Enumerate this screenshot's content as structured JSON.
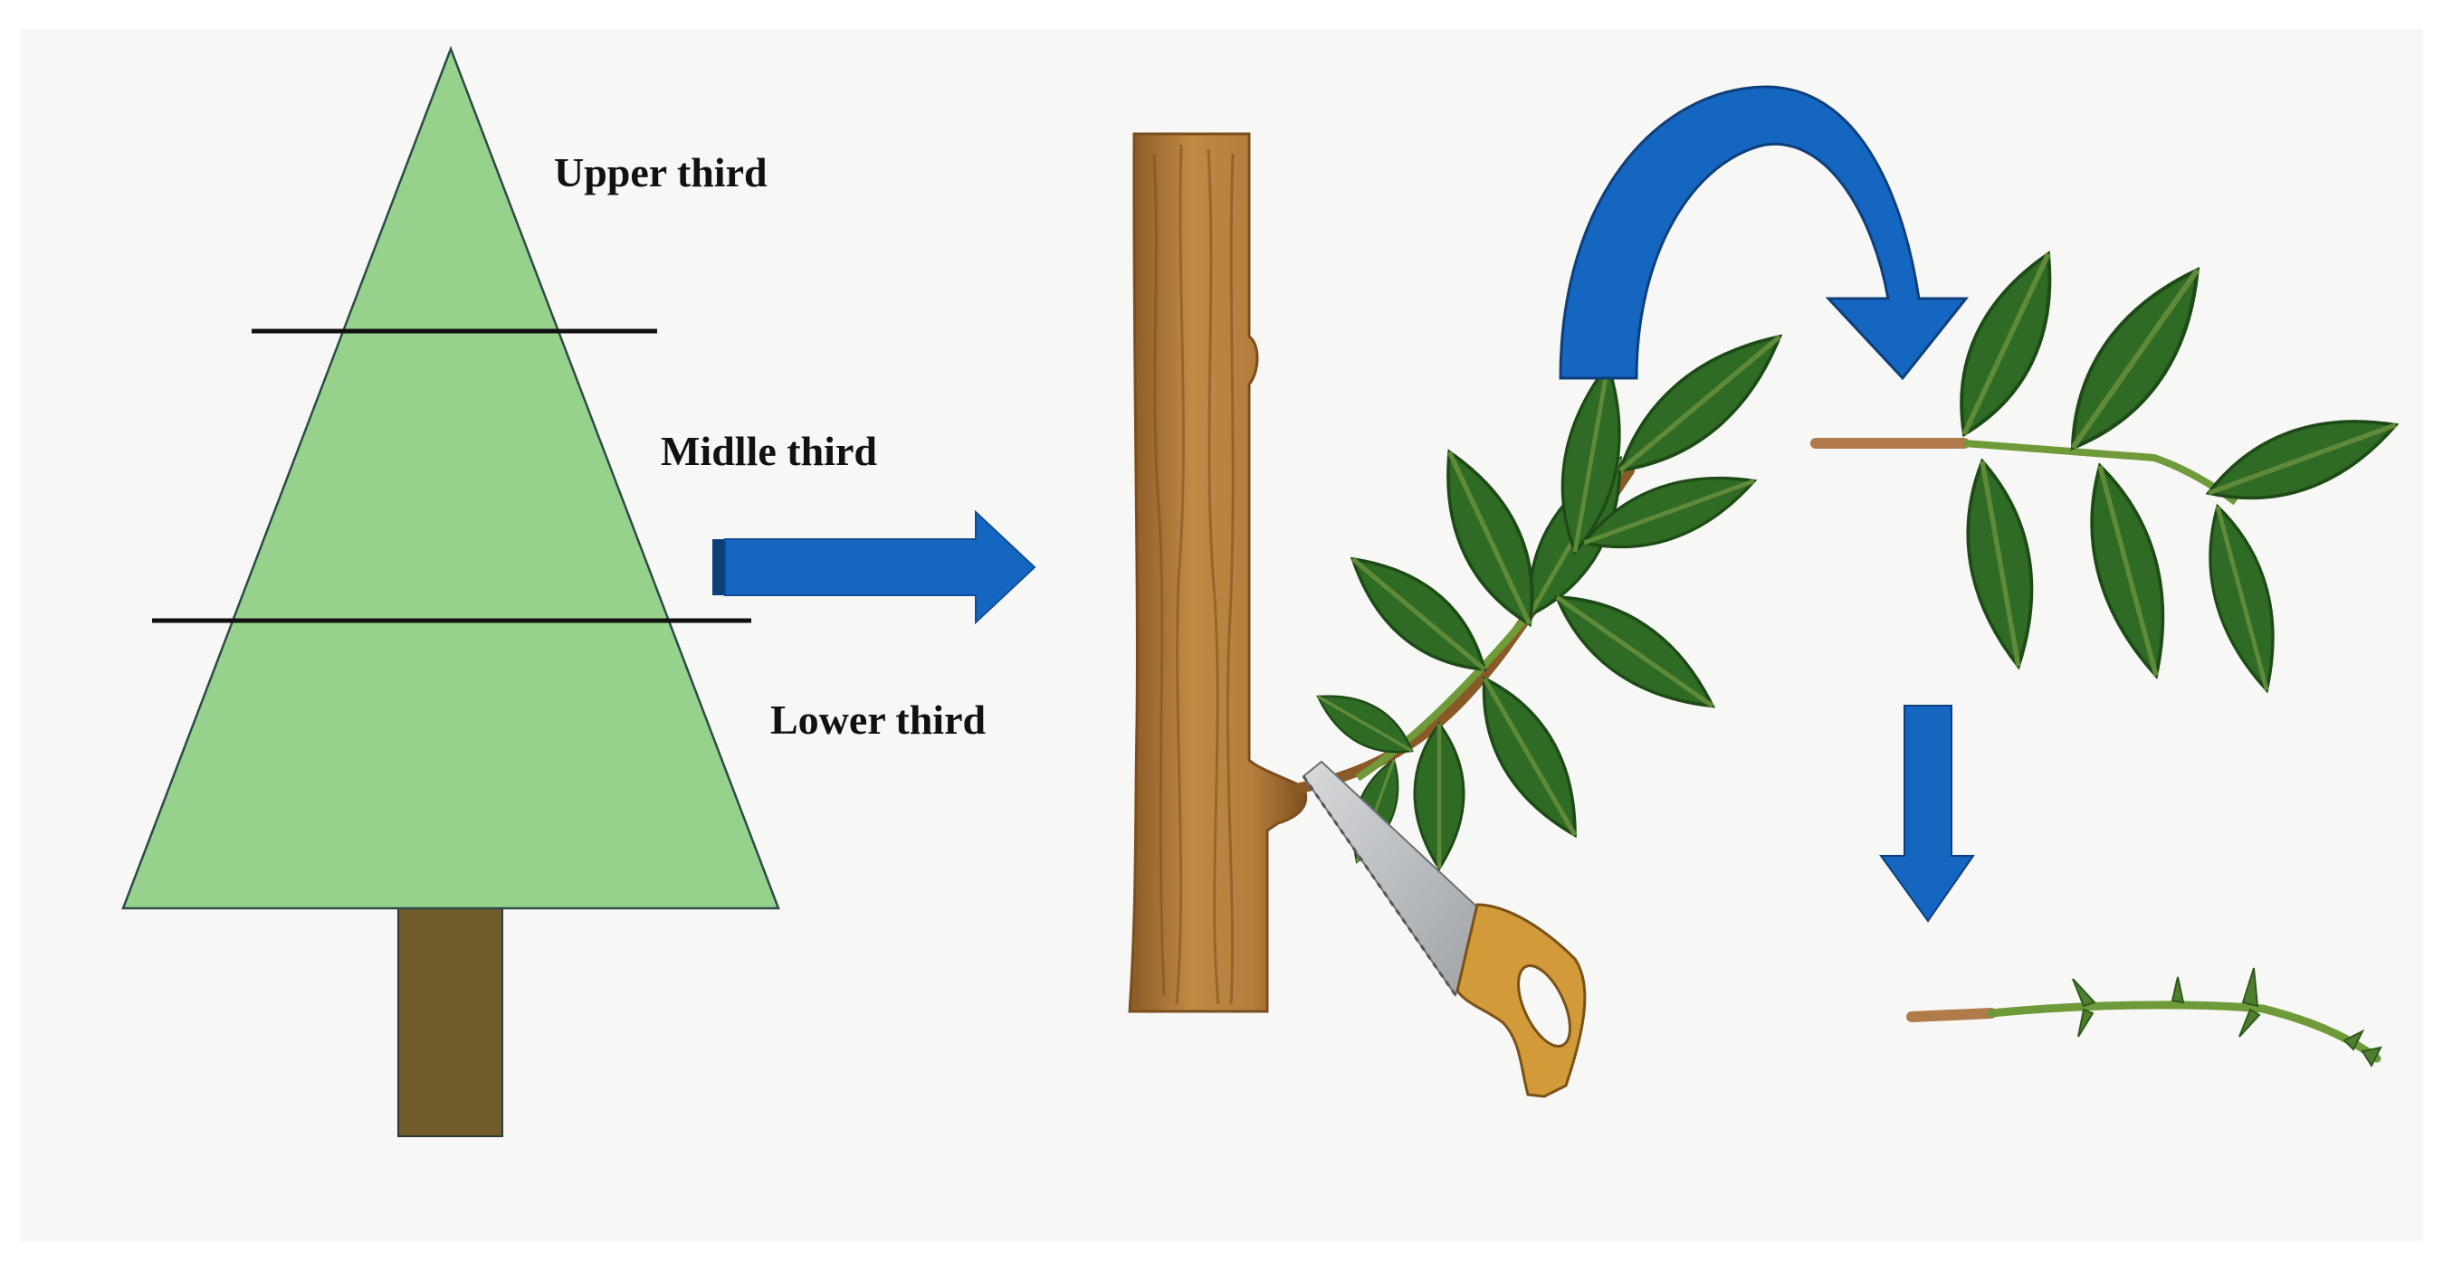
{
  "labels": {
    "upper": "Upper third",
    "middle": "Midlle third",
    "lower": "Lower third"
  },
  "colors": {
    "background": "#f7f7f5",
    "crown": "#97d28c",
    "crown_outline": "#2d4a4a",
    "trunk": "#725d2a",
    "divider": "#111111",
    "arrow_blue": "#1566c0",
    "arrow_dark": "#0f4d95",
    "bark": "#b8823e",
    "bark_dark": "#8a5a26",
    "leaf": "#2f6b24",
    "leaf_dark": "#1d4a16",
    "stem": "#6f9a3a",
    "saw_blade": "#b9bcbf",
    "saw_handle": "#d39a3a"
  },
  "icons": [
    "tree-diagram",
    "right-arrow-icon",
    "curved-arrow-icon",
    "down-arrow-icon",
    "saw-icon",
    "leafy-branch-icon",
    "leaf-cutting-icon",
    "stem-cutting-icon"
  ]
}
